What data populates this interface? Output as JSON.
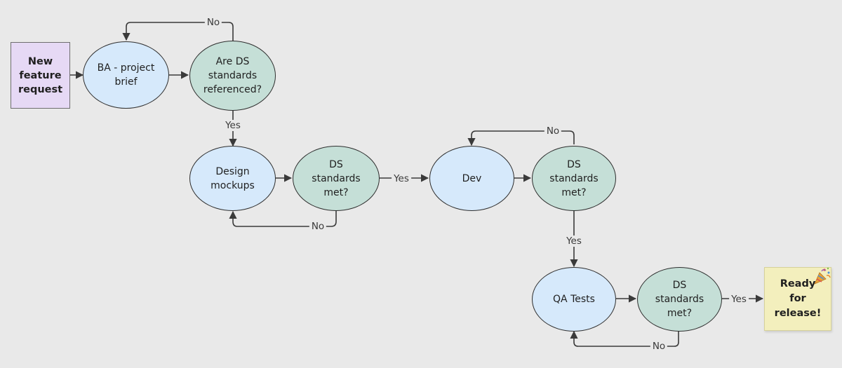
{
  "nodes": {
    "new_feature": "New\nfeature\nrequest",
    "ba_brief": "BA - project\nbrief",
    "ds_referenced": "Are DS\nstandards\nreferenced?",
    "design_mockups": "Design\nmockups",
    "ds_met_design": "DS\nstandards\nmet?",
    "dev": "Dev",
    "ds_met_dev": "DS\nstandards\nmet?",
    "qa_tests": "QA Tests",
    "ds_met_qa": "DS\nstandards\nmet?",
    "ready": "Ready\nfor release!"
  },
  "edge_labels": {
    "referenced_no": "No",
    "referenced_yes": "Yes",
    "design_yes": "Yes",
    "design_no": "No",
    "dev_no": "No",
    "dev_yes": "Yes",
    "qa_yes": "Yes",
    "qa_no": "No"
  },
  "colors": {
    "start_fill": "#e6d9f5",
    "process_fill": "#d6e9fb",
    "decision_fill": "#c5dfd7",
    "end_fill": "#f3efbd",
    "line": "#3a3a3a"
  },
  "icons": {
    "celebration": "party-popper-icon"
  }
}
